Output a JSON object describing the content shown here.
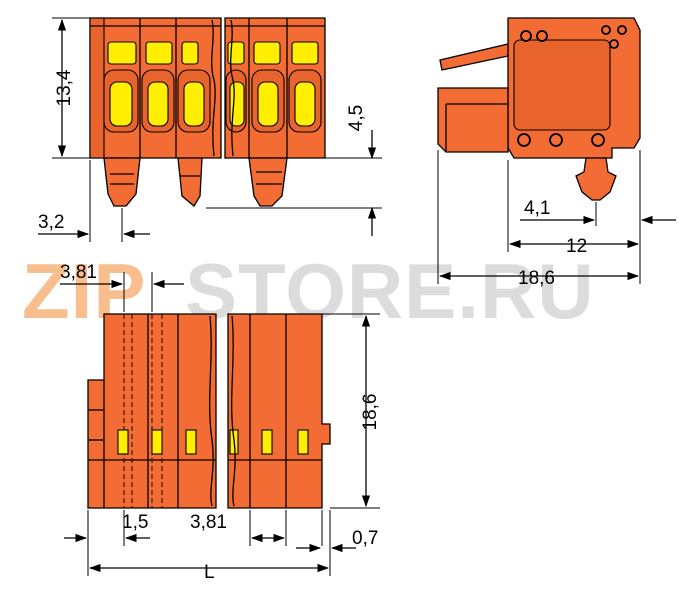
{
  "watermark": {
    "text_zip": "ZIP",
    "text_rest": "STORE.RU",
    "color_orange": "#f7b37a",
    "color_gray": "#d6d6d6"
  },
  "colors": {
    "housing": "#f26c33",
    "release_button": "#ffee00"
  },
  "dimensions": {
    "height_front": "13,4",
    "pin_depth": "4,5",
    "pin_offset": "3,2",
    "pitch_top": "3,81",
    "side_offset": "4,1",
    "side_width_inner": "12",
    "side_width_total": "18,6",
    "bottom_height": "18,6",
    "bottom_offset": "1,5",
    "bottom_pitch": "3,81",
    "bottom_lip": "0,7",
    "length": "L"
  }
}
